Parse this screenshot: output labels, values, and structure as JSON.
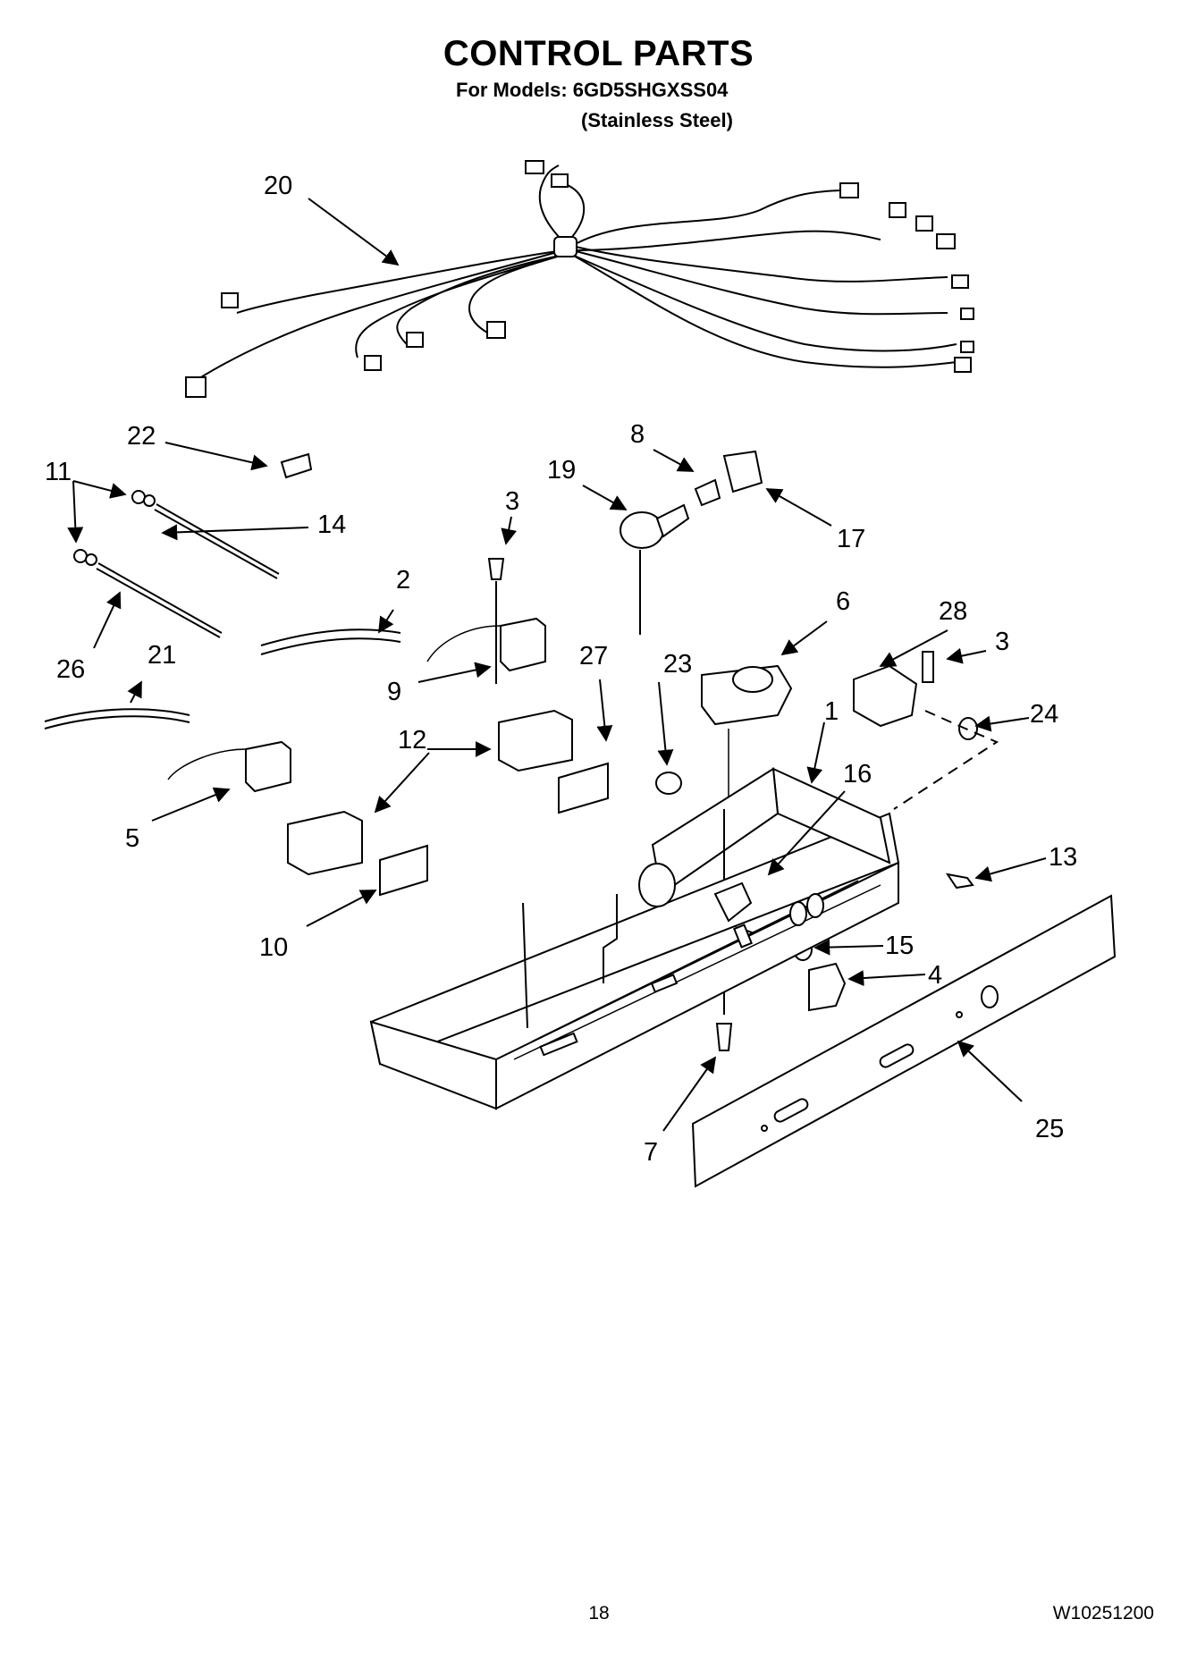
{
  "header": {
    "title": "CONTROL PARTS",
    "models": "For Models: 6GD5SHGXSS04",
    "variant": "(Stainless Steel)"
  },
  "callouts": {
    "c1": "1",
    "c2": "2",
    "c3a": "3",
    "c3b": "3",
    "c4": "4",
    "c5": "5",
    "c6": "6",
    "c7": "7",
    "c8": "8",
    "c9": "9",
    "c10": "10",
    "c11": "11",
    "c12": "12",
    "c13": "13",
    "c14": "14",
    "c15": "15",
    "c16": "16",
    "c17": "17",
    "c19": "19",
    "c20": "20",
    "c21": "21",
    "c22": "22",
    "c23": "23",
    "c24": "24",
    "c25": "25",
    "c26": "26",
    "c27": "27",
    "c28": "28"
  },
  "footer": {
    "page_number": "18",
    "doc_number": "W10251200"
  }
}
